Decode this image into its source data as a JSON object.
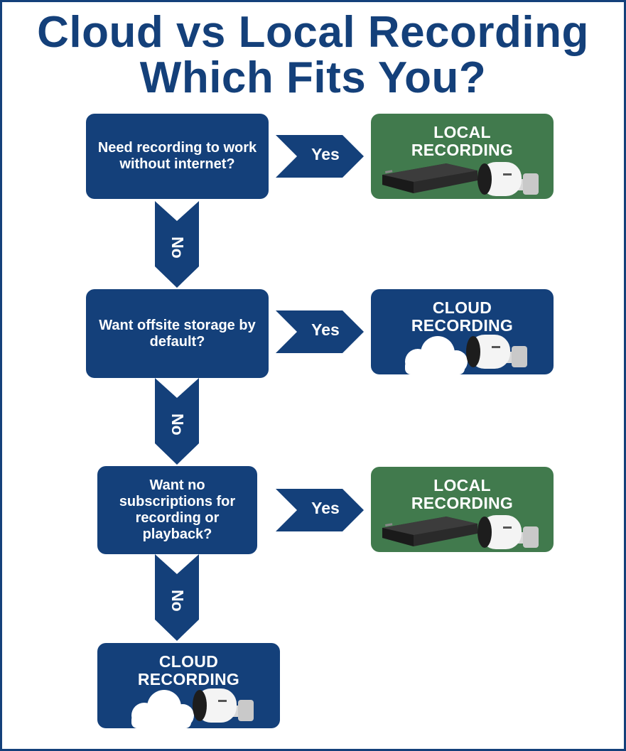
{
  "title": {
    "line1": "Cloud vs Local Recording",
    "line2": "Which Fits You?"
  },
  "questions": [
    {
      "text": "Need recording to work without internet?",
      "yes": "Yes",
      "no": "No"
    },
    {
      "text": "Want offsite storage by default?",
      "yes": "Yes",
      "no": "No"
    },
    {
      "text": "Want no subscriptions for recording or playback?",
      "yes": "Yes",
      "no": "No"
    }
  ],
  "results": [
    {
      "line1": "LOCAL",
      "line2": "RECORDING",
      "icon": "nvr-recorder-and-bullet-camera-icon"
    },
    {
      "line1": "CLOUD",
      "line2": "RECORDING",
      "icon": "cloud-and-bullet-camera-icon"
    },
    {
      "line1": "LOCAL",
      "line2": "RECORDING",
      "icon": "nvr-recorder-and-bullet-camera-icon"
    },
    {
      "line1": "CLOUD",
      "line2": "RECORDING",
      "icon": "cloud-and-bullet-camera-icon"
    }
  ],
  "colors": {
    "navy": "#14407a",
    "green": "#417a4d",
    "white": "#ffffff"
  }
}
